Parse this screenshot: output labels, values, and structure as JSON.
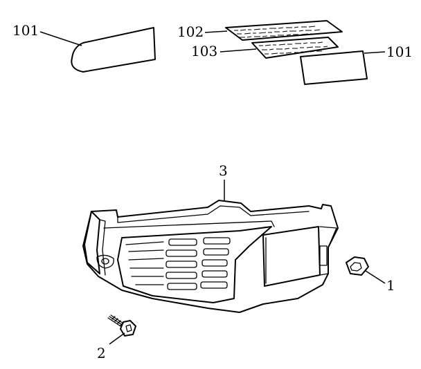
{
  "callouts": {
    "label_101_left": "101",
    "label_102": "102",
    "label_103": "103",
    "label_101_right": "101",
    "label_3": "3",
    "label_1": "1",
    "label_2": "2"
  },
  "parts": {
    "air_filter_cover": "air-filter-cover",
    "nut": "hex-nut",
    "screw": "self-tapping-screw",
    "decal_left": "decal-left",
    "decal_right": "decal-right",
    "warning_label_top": "warning-label-top",
    "warning_label_bottom": "warning-label-bottom"
  },
  "colors": {
    "ink": "#000000",
    "paper": "#ffffff"
  }
}
